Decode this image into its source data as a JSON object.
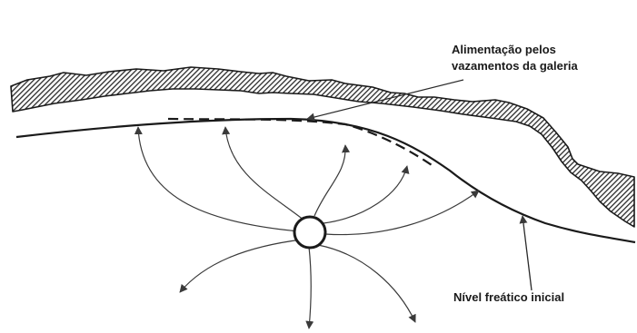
{
  "labels": {
    "feed_line1": "Alimentação pelos",
    "feed_line2": "vazamentos da galeria",
    "water_table": "Nível freático inicial"
  },
  "colors": {
    "ink": "#1a1a1a",
    "hatch": "#333333",
    "background": "#ffffff"
  }
}
